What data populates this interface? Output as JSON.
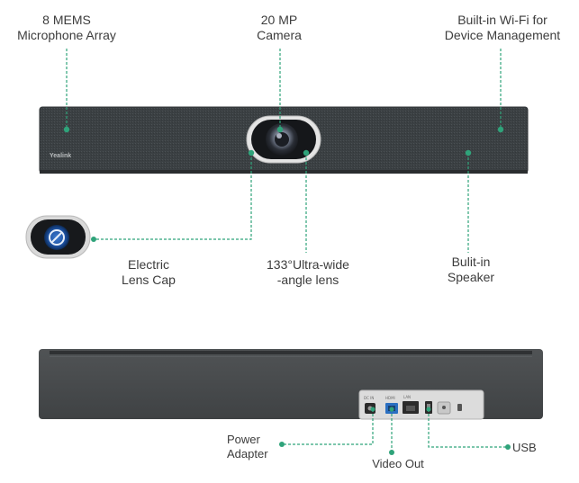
{
  "front": {
    "mics_label": [
      "8 MEMS",
      "Microphone Array"
    ],
    "camera_label": [
      "20 MP",
      "Camera"
    ],
    "wifi_label": [
      "Built-in Wi-Fi for",
      "Device Management"
    ],
    "lens_cap_label": [
      "Electric",
      "Lens Cap"
    ],
    "lens_label": [
      "133°Ultra-wide",
      "-angle lens"
    ],
    "speaker_label": [
      "Bulit-in",
      "Speaker"
    ],
    "brand": "Yealink"
  },
  "rear": {
    "power_label": [
      "Power",
      "Adapter"
    ],
    "video_label": "Video Out",
    "usb_label": "USB"
  },
  "colors": {
    "callout": "#2fa37a",
    "device_body": "#3e4346",
    "device_rear": "#4a4c4e"
  }
}
